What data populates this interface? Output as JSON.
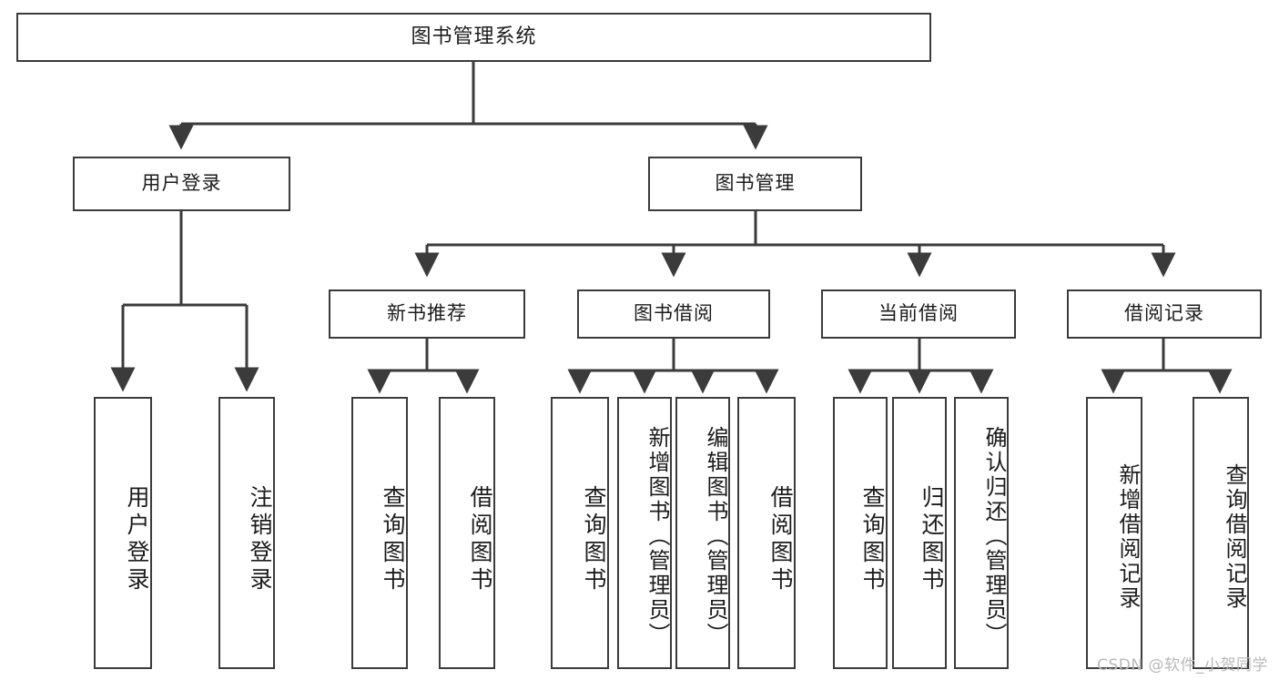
{
  "diagram": {
    "title": "图书管理系统",
    "type": "tree",
    "style": {
      "border_color": "#3b3b3b",
      "fill_color": "#ffffff",
      "text_color": "#1c1c1c",
      "background": "#ffffff",
      "watermark_color": "#b9b9b9"
    },
    "root": {
      "label": "图书管理系统"
    },
    "level2": [
      {
        "label": "用户登录"
      },
      {
        "label": "图书管理"
      }
    ],
    "level3": [
      {
        "label": "新书推荐"
      },
      {
        "label": "图书借阅"
      },
      {
        "label": "当前借阅"
      },
      {
        "label": "借阅记录"
      }
    ],
    "leaves": {
      "user_login": [
        {
          "label": "用户登录"
        },
        {
          "label": "注销登录"
        }
      ],
      "new_book_recommend": [
        {
          "label": "查询图书"
        },
        {
          "label": "借阅图书"
        }
      ],
      "book_borrow": [
        {
          "label": "查询图书"
        },
        {
          "label": "新增图书（管理员）"
        },
        {
          "label": "编辑图书（管理员）"
        },
        {
          "label": "借阅图书"
        }
      ],
      "current_borrow": [
        {
          "label": "查询图书"
        },
        {
          "label": "归还图书"
        },
        {
          "label": "确认归还（管理员）"
        }
      ],
      "borrow_record": [
        {
          "label": "新增借阅记录"
        },
        {
          "label": "查询借阅记录"
        }
      ]
    },
    "watermark": "CSDN @软件_小贺同学"
  }
}
